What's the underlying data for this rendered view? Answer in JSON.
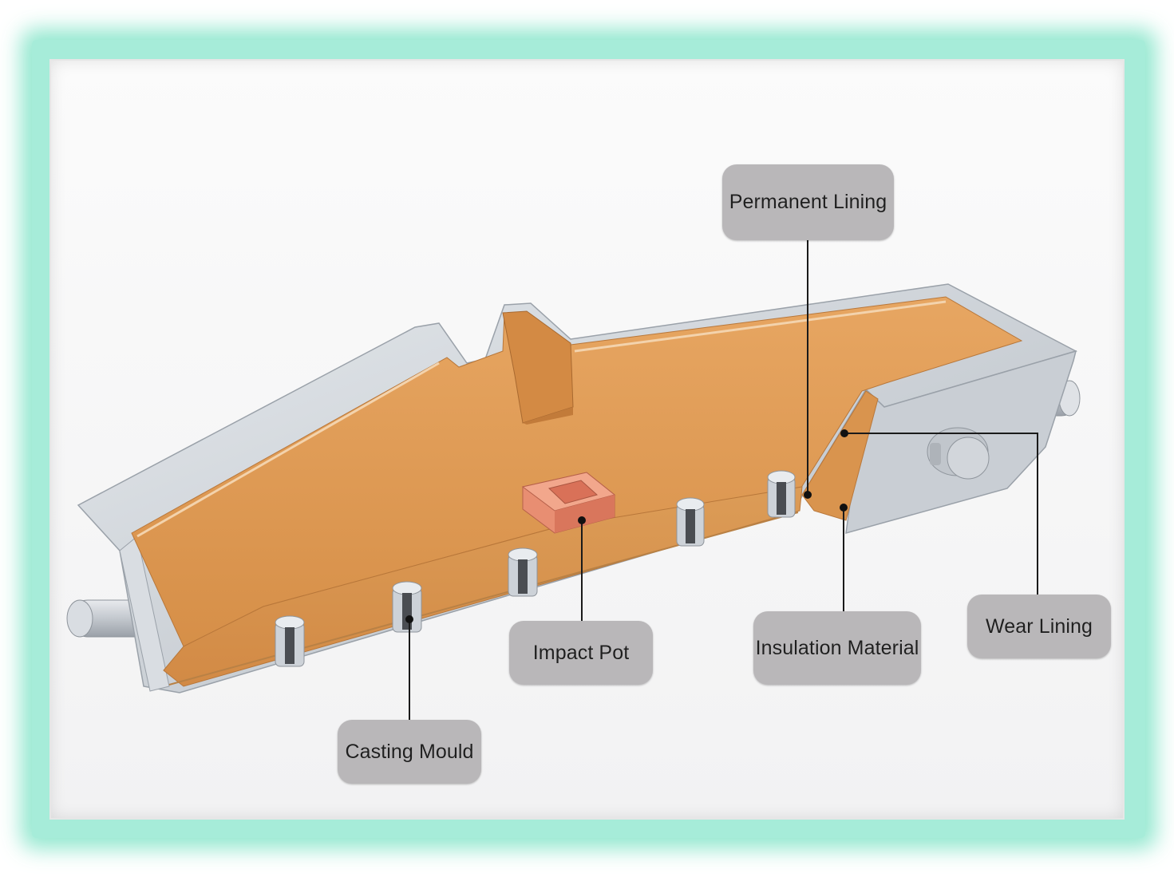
{
  "callouts": {
    "permanent_lining": "Permanent Lining",
    "wear_lining": "Wear Lining",
    "insulation_material": "Insulation Material",
    "impact_pot": "Impact Pot",
    "casting_mould": "Casting Mould"
  },
  "colors": {
    "frame_glow": "#a6ecd9",
    "steel_shell": "#cfd4da",
    "refractory_lining": "#d9964f",
    "impact_pot": "#e88e72",
    "callout_bg": "#b9b7b9"
  }
}
